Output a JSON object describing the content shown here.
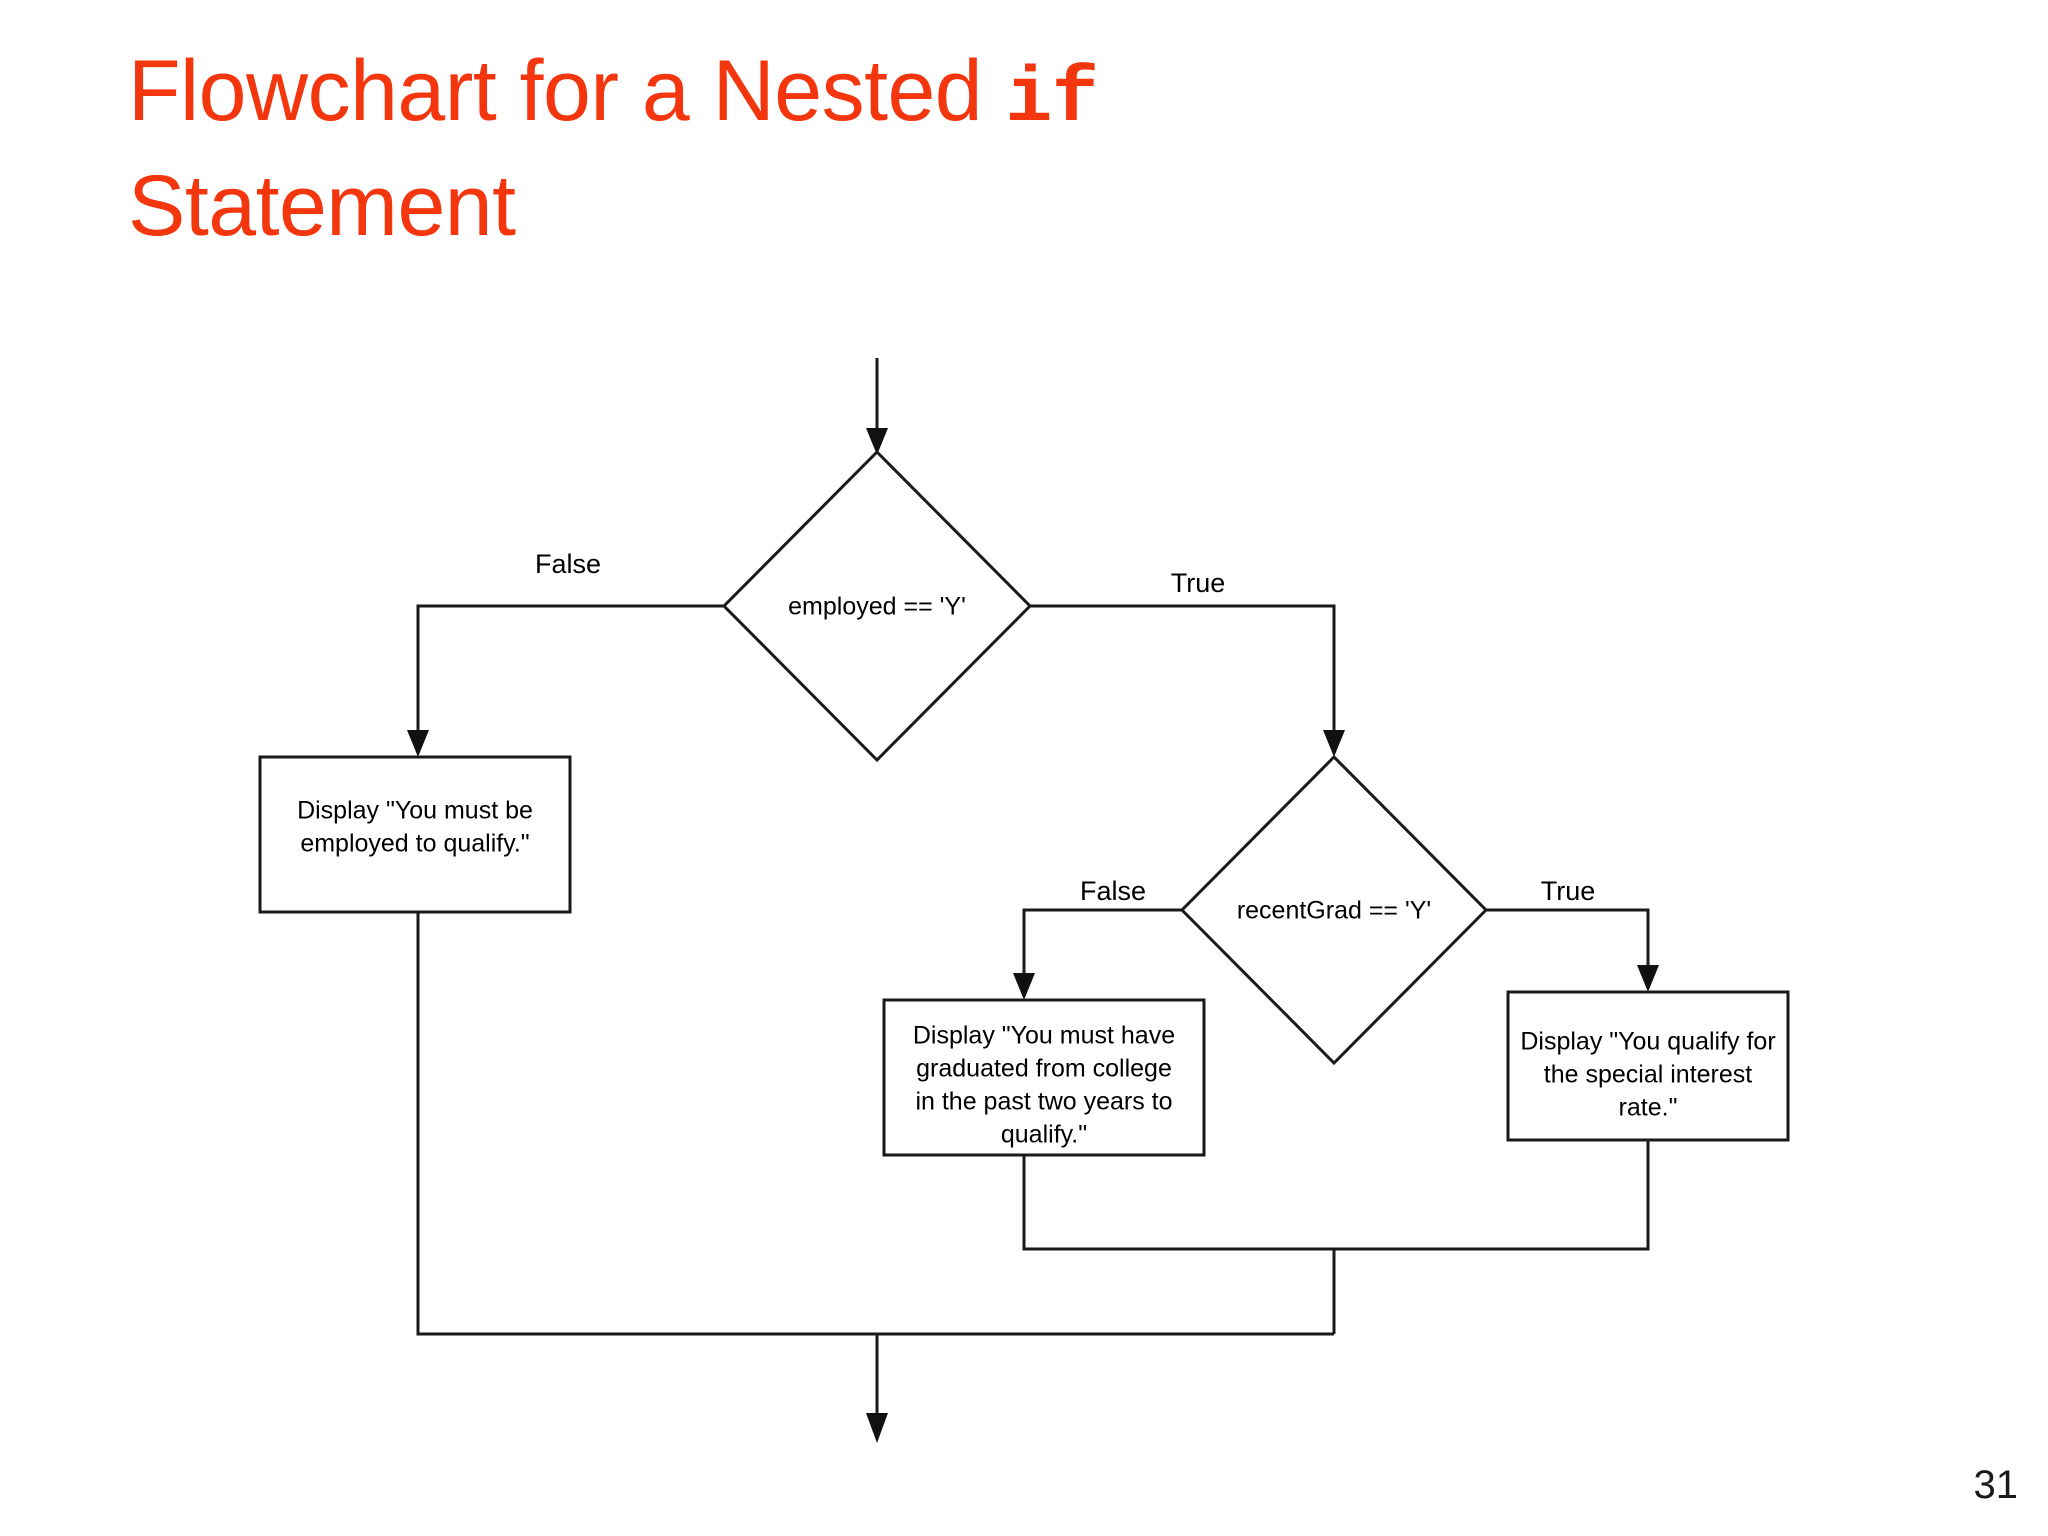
{
  "slide": {
    "title_part1": "Flowchart for a Nested ",
    "title_keyword": "if",
    "title_part2": "Statement",
    "page_number": "31",
    "title_color": "#f4360f",
    "line_color": "#1a1a1a",
    "shape_fill": "#ffffff"
  },
  "flowchart": {
    "type": "flowchart",
    "decisions": [
      {
        "id": "decision-employed",
        "text": "employed == 'Y'",
        "false_label": "False",
        "true_label": "True"
      },
      {
        "id": "decision-recentgrad",
        "text": "recentGrad == 'Y'",
        "false_label": "False",
        "true_label": "True"
      }
    ],
    "processes": [
      {
        "id": "process-must-be-employed",
        "lines": [
          "Display \"You must be",
          "employed to qualify.\""
        ]
      },
      {
        "id": "process-must-have-graduated",
        "lines": [
          "Display \"You must have",
          "graduated from college",
          "in the past two years to",
          "qualify.\""
        ]
      },
      {
        "id": "process-you-qualify",
        "lines": [
          "Display \"You qualify for",
          "the special interest",
          "rate.\""
        ]
      }
    ]
  }
}
